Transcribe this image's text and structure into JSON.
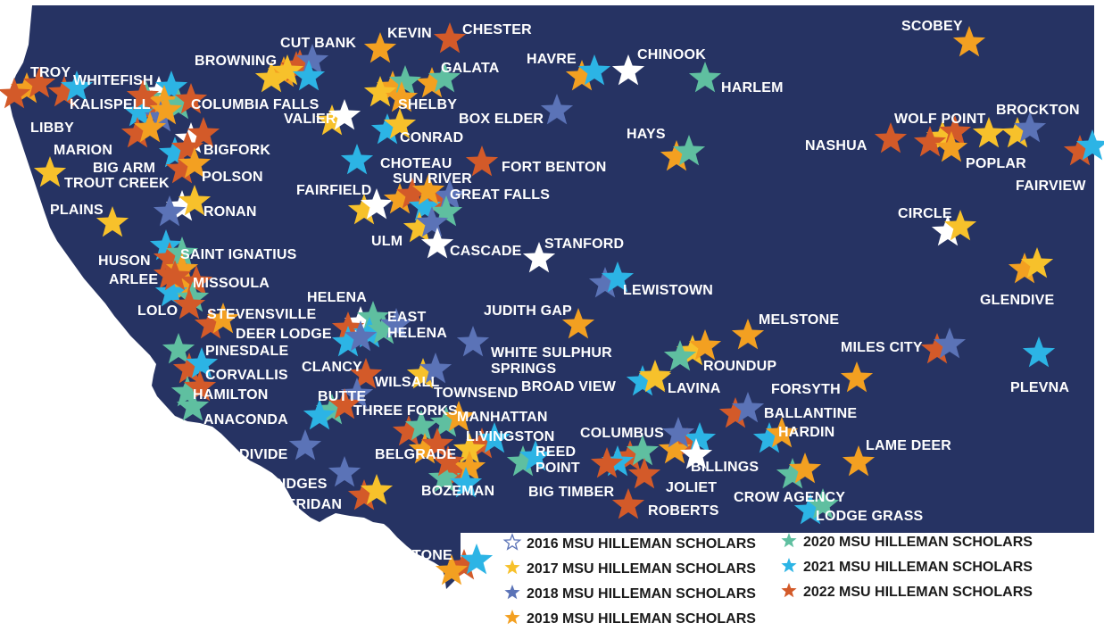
{
  "colors": {
    "state_fill": "#263363",
    "label": "#ffffff",
    "legend_text": "#1a1a1a",
    "2016": "#ffffff",
    "2017": "#f7c12b",
    "2018": "#5b73b7",
    "2019": "#f3a021",
    "2020": "#5fbfa0",
    "2021": "#2cb4e5",
    "2022": "#d35a29"
  },
  "legend": [
    {
      "year": "2016",
      "label": "2016 MSU HILLEMAN SCHOLARS",
      "marker": "outline-star-icon"
    },
    {
      "year": "2017",
      "label": "2017 MSU HILLEMAN SCHOLARS",
      "marker": "star-icon"
    },
    {
      "year": "2018",
      "label": "2018 MSU HILLEMAN SCHOLARS",
      "marker": "star-icon"
    },
    {
      "year": "2019",
      "label": "2019 MSU HILLEMAN SCHOLARS",
      "marker": "star-icon"
    },
    {
      "year": "2020",
      "label": "2020 MSU HILLEMAN SCHOLARS",
      "marker": "star-icon"
    },
    {
      "year": "2021",
      "label": "2021 MSU HILLEMAN SCHOLARS",
      "marker": "star-icon"
    },
    {
      "year": "2022",
      "label": "2022 MSU HILLEMAN SCHOLARS",
      "marker": "star-icon"
    }
  ],
  "towns": [
    {
      "name": "TROY",
      "years": [
        "2019",
        "2022",
        "2022"
      ]
    },
    {
      "name": "WHITEFISH",
      "years": [
        "2016",
        "2021",
        "2020"
      ]
    },
    {
      "name": "KALISPELL",
      "years": [
        "2022",
        "2019",
        "2021",
        "2018",
        "2022"
      ]
    },
    {
      "name": "LIBBY",
      "years": [
        "2022",
        "2021"
      ]
    },
    {
      "name": "COLUMBIA FALLS",
      "years": [
        "2020",
        "2022",
        "2019"
      ]
    },
    {
      "name": "BROWNING",
      "years": [
        "2019",
        "2022",
        "2017"
      ]
    },
    {
      "name": "CUT BANK",
      "years": [
        "2022",
        "2018",
        "2017",
        "2021"
      ]
    },
    {
      "name": "KEVIN",
      "years": [
        "2019"
      ]
    },
    {
      "name": "CHESTER",
      "years": [
        "2022"
      ]
    },
    {
      "name": "GALATA",
      "years": [
        "2019",
        "2020"
      ]
    },
    {
      "name": "SHELBY",
      "years": [
        "2019",
        "2020",
        "2017",
        "2019"
      ]
    },
    {
      "name": "VALIER",
      "years": [
        "2017",
        "2016"
      ]
    },
    {
      "name": "CONRAD",
      "years": [
        "2021",
        "2017"
      ]
    },
    {
      "name": "HAVRE",
      "years": [
        "2019",
        "2021"
      ]
    },
    {
      "name": "CHINOOK",
      "years": [
        "2016"
      ]
    },
    {
      "name": "HARLEM",
      "years": [
        "2020"
      ]
    },
    {
      "name": "BOX ELDER",
      "years": [
        "2018"
      ]
    },
    {
      "name": "SCOBEY",
      "years": [
        "2019"
      ]
    },
    {
      "name": "WOLF POINT",
      "years": [
        "2017",
        "2022",
        "2022",
        "2019"
      ]
    },
    {
      "name": "BROCKTON",
      "years": [
        "2017",
        "2018"
      ]
    },
    {
      "name": "NASHUA",
      "years": [
        "2022"
      ]
    },
    {
      "name": "POPLAR",
      "years": [
        "2017"
      ]
    },
    {
      "name": "FAIRVIEW",
      "years": [
        "2022",
        "2021"
      ]
    },
    {
      "name": "HAYS",
      "years": [
        "2019",
        "2020"
      ]
    },
    {
      "name": "MARION",
      "years": [
        "2022",
        "2019"
      ]
    },
    {
      "name": "BIGFORK",
      "years": [
        "2016",
        "2022"
      ]
    },
    {
      "name": "BIG ARM",
      "years": [
        "2021",
        "2022"
      ]
    },
    {
      "name": "POLSON",
      "years": [
        "2022",
        "2019"
      ]
    },
    {
      "name": "TROUT CREEK",
      "years": [
        "2017"
      ]
    },
    {
      "name": "RONAN",
      "years": [
        "2016",
        "2017",
        "2018"
      ]
    },
    {
      "name": "PLAINS",
      "years": [
        "2017"
      ]
    },
    {
      "name": "CHOTEAU",
      "years": [
        "2021"
      ]
    },
    {
      "name": "FORT BENTON",
      "years": [
        "2022"
      ]
    },
    {
      "name": "FAIRFIELD",
      "years": [
        "2017",
        "2016"
      ]
    },
    {
      "name": "SUN RIVER",
      "years": [
        "2019",
        "2022"
      ]
    },
    {
      "name": "GREAT FALLS",
      "years": [
        "2022",
        "2018",
        "2021",
        "2020",
        "2019"
      ]
    },
    {
      "name": "ULM",
      "years": [
        "2017",
        "2018"
      ]
    },
    {
      "name": "CASCADE",
      "years": [
        "2016"
      ]
    },
    {
      "name": "STANFORD",
      "years": [
        "2016"
      ]
    },
    {
      "name": "CIRCLE",
      "years": [
        "2016",
        "2017"
      ]
    },
    {
      "name": "HUSON",
      "years": [
        "2021"
      ]
    },
    {
      "name": "SAINT IGNATIUS",
      "years": [
        "2022",
        "2020"
      ]
    },
    {
      "name": "ARLEE",
      "years": [
        "2022",
        "2019"
      ]
    },
    {
      "name": "MISSOULA",
      "years": [
        "2019",
        "2022",
        "2021",
        "2020",
        "2022"
      ]
    },
    {
      "name": "LOLO",
      "years": [
        "2022"
      ]
    },
    {
      "name": "LEWISTOWN",
      "years": [
        "2018",
        "2021"
      ]
    },
    {
      "name": "GLENDIVE",
      "years": [
        "2019",
        "2017"
      ]
    },
    {
      "name": "HELENA",
      "years": [
        "2016",
        "2020",
        "2022",
        "2021"
      ]
    },
    {
      "name": "EAST HELENA",
      "years": [
        "2020",
        "2018"
      ]
    },
    {
      "name": "JUDITH GAP",
      "years": [
        "2019"
      ]
    },
    {
      "name": "STEVENSVILLE",
      "years": [
        "2022",
        "2019"
      ]
    },
    {
      "name": "DEER LODGE",
      "years": [
        "2021",
        "2018"
      ]
    },
    {
      "name": "MELSTONE",
      "years": [
        "2019"
      ]
    },
    {
      "name": "PINESDALE",
      "years": [
        "2020"
      ]
    },
    {
      "name": "WHITE SULPHUR SPRINGS",
      "years": [
        "2018"
      ]
    },
    {
      "name": "MILES CITY",
      "years": [
        "2022",
        "2018"
      ]
    },
    {
      "name": "CLANCY",
      "years": [
        "2022"
      ]
    },
    {
      "name": "CORVALLIS",
      "years": [
        "2022",
        "2021"
      ]
    },
    {
      "name": "ROUNDUP",
      "years": [
        "2017",
        "2019",
        "2020"
      ]
    },
    {
      "name": "PLEVNA",
      "years": [
        "2021"
      ]
    },
    {
      "name": "WILSALL",
      "years": [
        "2017",
        "2018"
      ]
    },
    {
      "name": "FORSYTH",
      "years": [
        "2019"
      ]
    },
    {
      "name": "TOWNSEND",
      "years": [
        "2018"
      ]
    },
    {
      "name": "BROAD VIEW",
      "years": [
        "2021",
        "2017"
      ]
    },
    {
      "name": "LAVINA",
      "years": [
        "2017"
      ]
    },
    {
      "name": "HAMILTON",
      "years": [
        "2020",
        "2022"
      ]
    },
    {
      "name": "BUTTE",
      "years": [
        "2020",
        "2022",
        "2021"
      ]
    },
    {
      "name": "BALLANTINE",
      "years": [
        "2022",
        "2018"
      ]
    },
    {
      "name": "ANACONDA",
      "years": [
        "2020"
      ]
    },
    {
      "name": "THREE FORKS",
      "years": [
        "2022",
        "2020"
      ]
    },
    {
      "name": "MANHATTAN",
      "years": [
        "2020",
        "2019"
      ]
    },
    {
      "name": "HARDIN",
      "years": [
        "2021",
        "2019"
      ]
    },
    {
      "name": "LIVINGSTON",
      "years": [
        "2022",
        "2021",
        "2017"
      ]
    },
    {
      "name": "COLUMBUS",
      "years": [
        "2022",
        "2020",
        "2021"
      ]
    },
    {
      "name": "DIVIDE",
      "years": [
        "2018"
      ]
    },
    {
      "name": "BELGRADE",
      "years": [
        "2019",
        "2022"
      ]
    },
    {
      "name": "REED POINT",
      "years": [
        "2020",
        "2021"
      ]
    },
    {
      "name": "LAME DEER",
      "years": [
        "2019"
      ]
    },
    {
      "name": "BILLINGS",
      "years": [
        "2022",
        "2021",
        "2019",
        "2016",
        "2018"
      ]
    },
    {
      "name": "BOZEMAN",
      "years": [
        "2022",
        "2019",
        "2020",
        "2021",
        "2022"
      ]
    },
    {
      "name": "BIG TIMBER",
      "years": [
        "2022"
      ]
    },
    {
      "name": "JOLIET",
      "years": [
        "2022"
      ]
    },
    {
      "name": "CROW AGENCY",
      "years": [
        "2020",
        "2019"
      ]
    },
    {
      "name": "TWIN BRIDGES",
      "years": [
        "2018"
      ]
    },
    {
      "name": "ROBERTS",
      "years": [
        "2022"
      ]
    },
    {
      "name": "SHERIDAN",
      "years": [
        "2022",
        "2017"
      ]
    },
    {
      "name": "LODGE GRASS",
      "years": [
        "2021",
        "2020"
      ]
    },
    {
      "name": "WEST YELLOWSTONE",
      "years": [
        "2022",
        "2021",
        "2019"
      ]
    }
  ]
}
